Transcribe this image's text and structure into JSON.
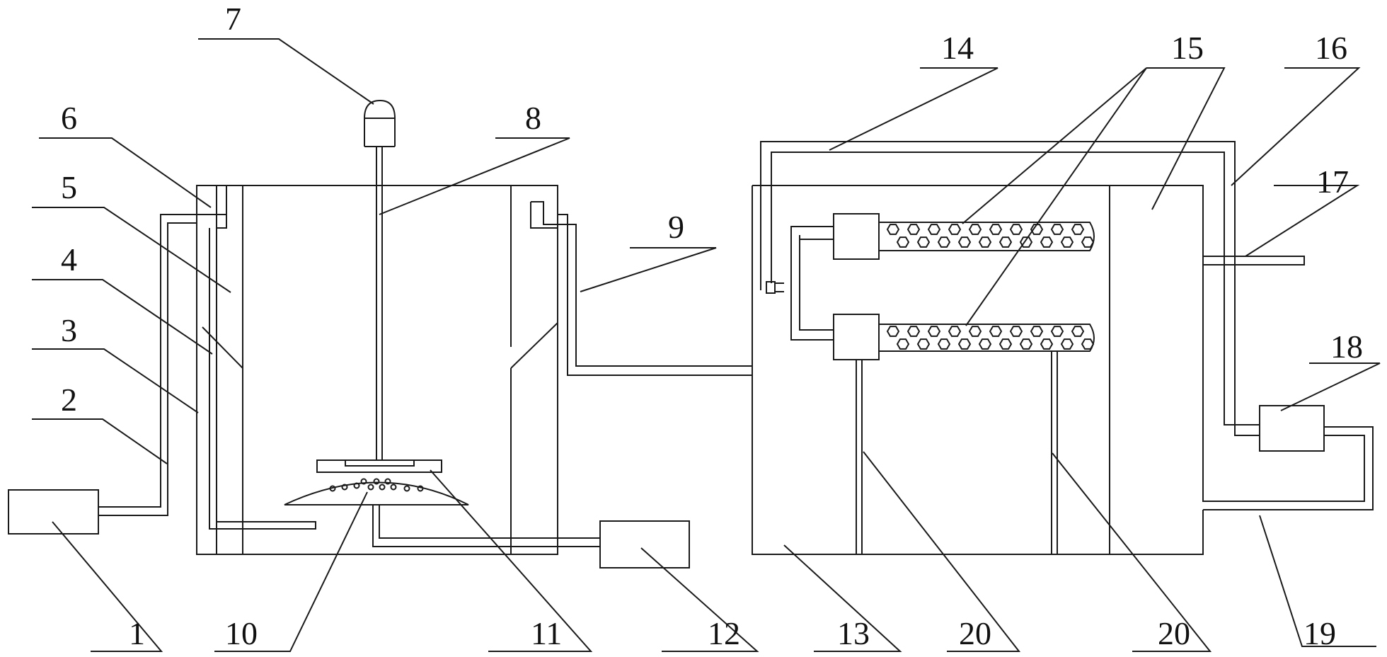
{
  "labels": {
    "l1": "1",
    "l2": "2",
    "l3": "3",
    "l4": "4",
    "l5": "5",
    "l6": "6",
    "l7": "7",
    "l8": "8",
    "l9": "9",
    "l10": "10",
    "l11": "11",
    "l12": "12",
    "l13": "13",
    "l14": "14",
    "l15": "15",
    "l16": "16",
    "l17": "17",
    "l18": "18",
    "l19": "19",
    "l20a": "20",
    "l20b": "20"
  },
  "colors": {
    "stroke": "#1a1a1a",
    "background": "#ffffff"
  }
}
